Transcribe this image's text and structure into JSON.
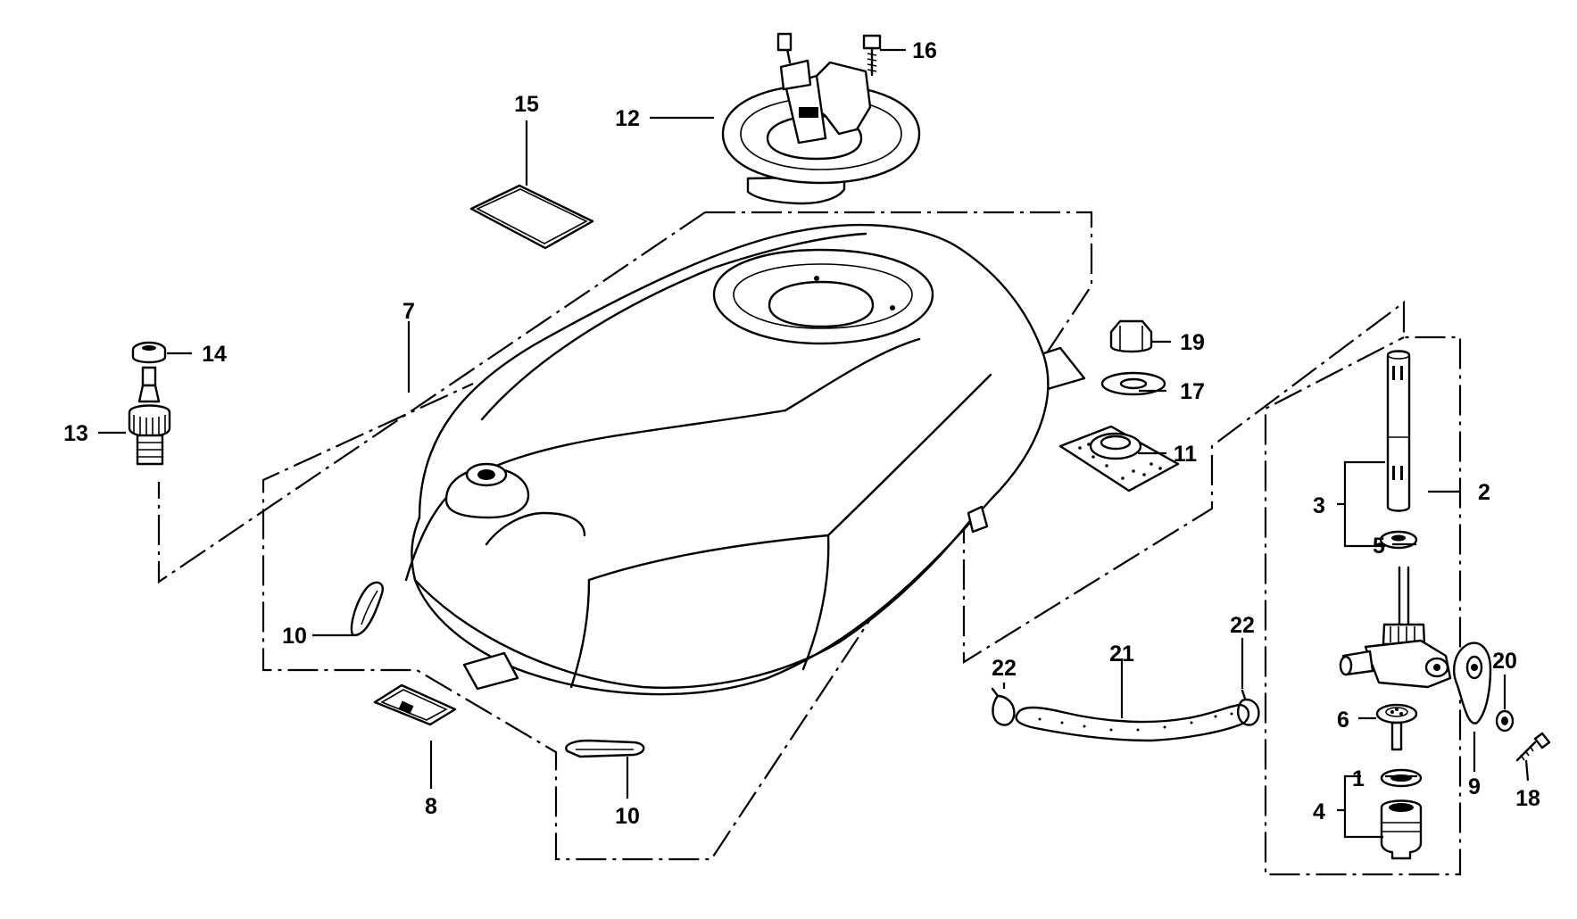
{
  "callouts": [
    {
      "id": "c1",
      "label": "1"
    },
    {
      "id": "c2",
      "label": "2"
    },
    {
      "id": "c3",
      "label": "3"
    },
    {
      "id": "c4",
      "label": "4"
    },
    {
      "id": "c5",
      "label": "5"
    },
    {
      "id": "c6",
      "label": "6"
    },
    {
      "id": "c7",
      "label": "7"
    },
    {
      "id": "c8",
      "label": "8"
    },
    {
      "id": "c9",
      "label": "9"
    },
    {
      "id": "c10a",
      "label": "10"
    },
    {
      "id": "c10b",
      "label": "10"
    },
    {
      "id": "c11",
      "label": "11"
    },
    {
      "id": "c12",
      "label": "12"
    },
    {
      "id": "c13",
      "label": "13"
    },
    {
      "id": "c14",
      "label": "14"
    },
    {
      "id": "c15",
      "label": "15"
    },
    {
      "id": "c16",
      "label": "16"
    },
    {
      "id": "c17",
      "label": "17"
    },
    {
      "id": "c18",
      "label": "18"
    },
    {
      "id": "c19",
      "label": "19"
    },
    {
      "id": "c20",
      "label": "20"
    },
    {
      "id": "c21",
      "label": "21"
    },
    {
      "id": "c22a",
      "label": "22"
    },
    {
      "id": "c22b",
      "label": "22"
    }
  ],
  "parts": [
    "fuel-tank",
    "fuel-filler-cap",
    "emblem-label",
    "drain-fitting",
    "cap-nut",
    "fuel-valve-assembly",
    "fuel-tube",
    "tube-clips",
    "rubber-cushions",
    "tank-mount-rubber",
    "collar",
    "washer",
    "bolt"
  ]
}
